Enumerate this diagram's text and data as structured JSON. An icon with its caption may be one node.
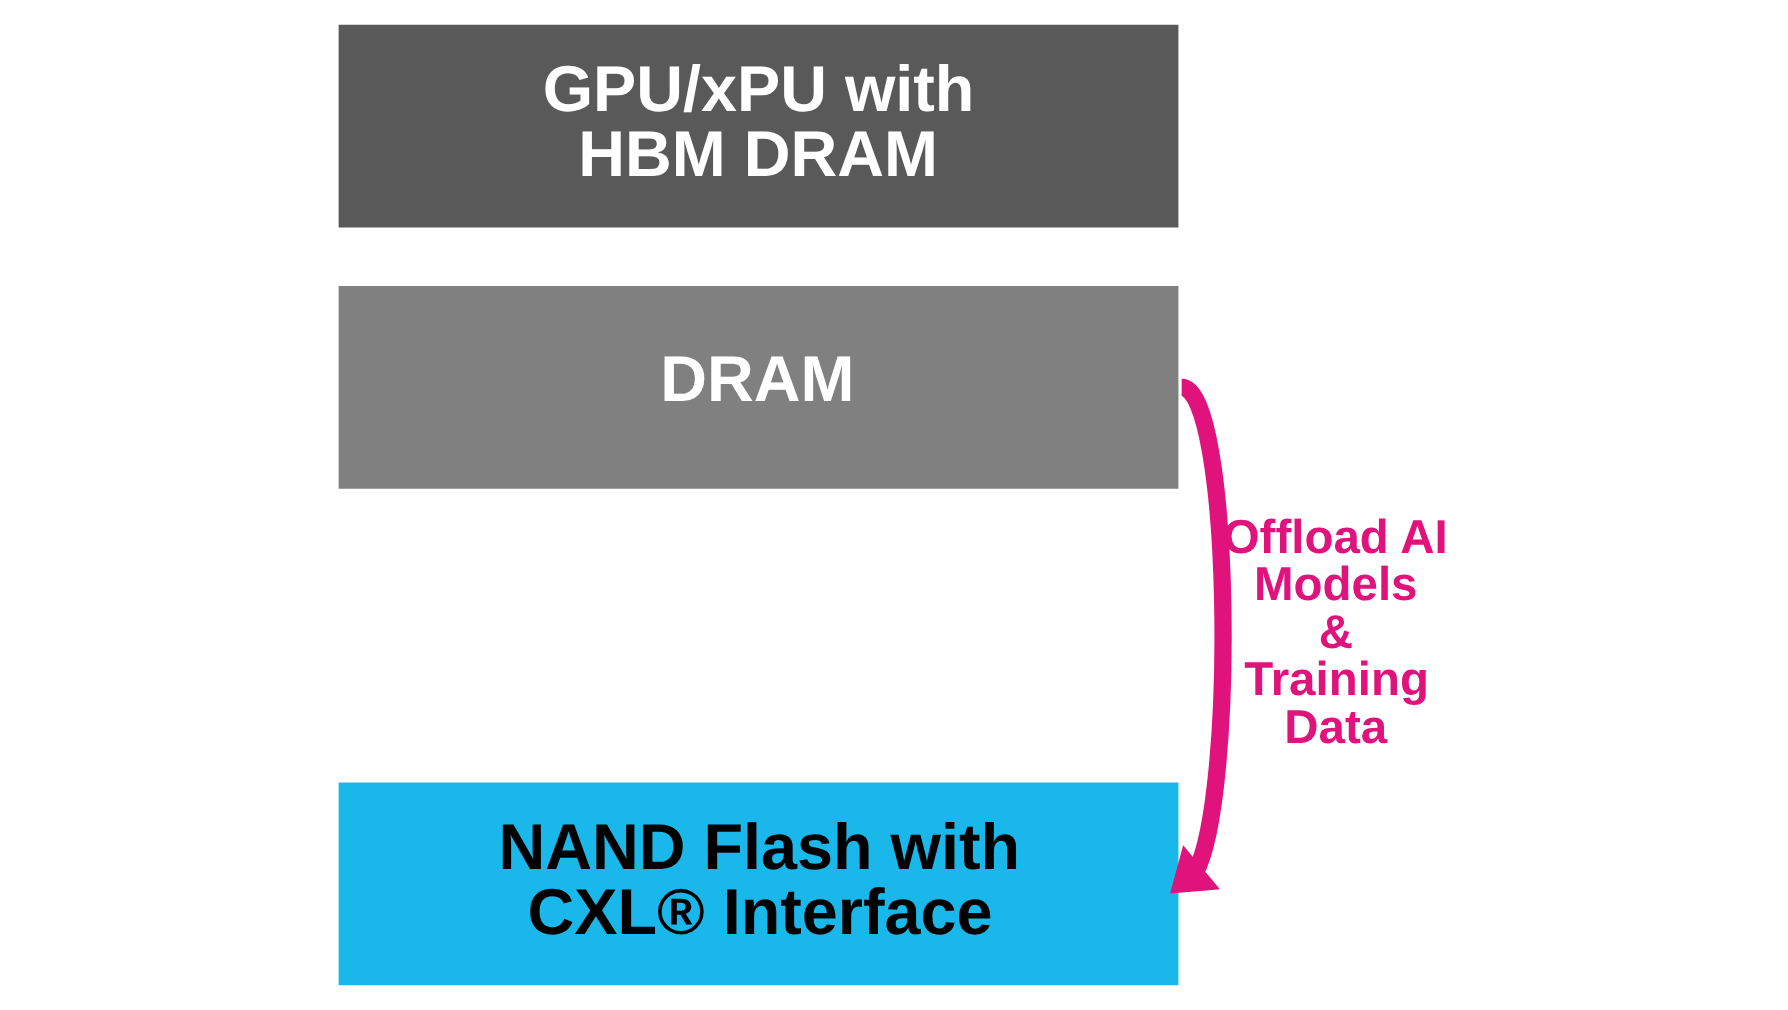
{
  "diagram": {
    "nodes": [
      {
        "text": [
          "GPU/xPU with HBM DRAM"
        ]
      },
      {
        "text": [
          "DRAM"
        ]
      },
      {
        "text": [
          "NAND Flash with CXL® Interface"
        ]
      }
    ],
    "edges": [
      {
        "from": 1,
        "to": 2,
        "arrow": "to",
        "label": "Offload AI Models & Training Data",
        "color": "#e0127c"
      }
    ]
  }
}
